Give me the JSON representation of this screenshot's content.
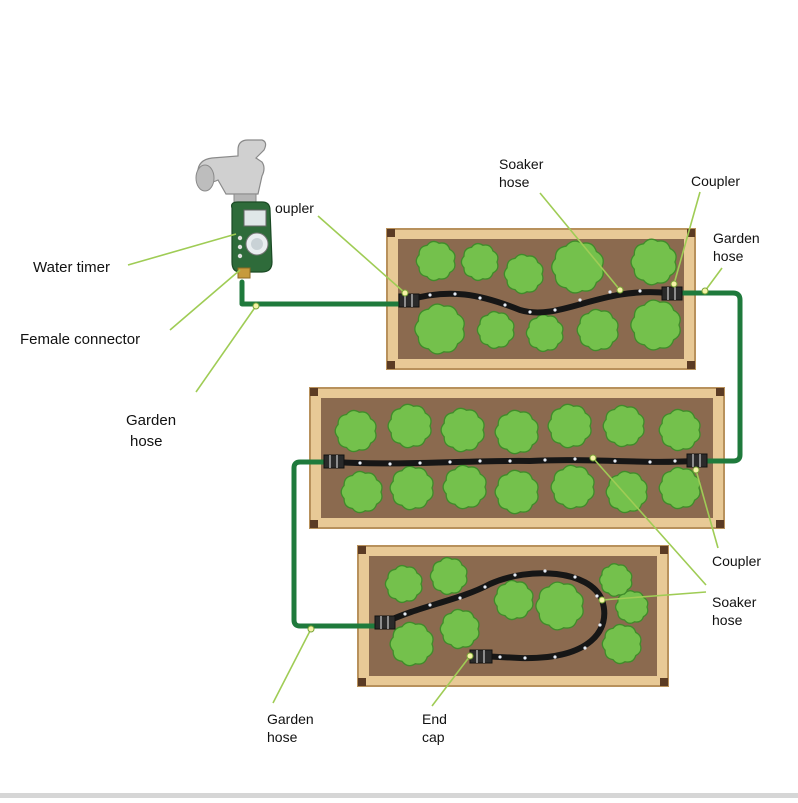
{
  "diagram": {
    "labels": {
      "water_timer": "Water timer",
      "female_connector": "Female connector",
      "garden_hose_left_1": "Garden",
      "garden_hose_left_2": "hose",
      "coupler_top_left": "oupler",
      "soaker_top_1": "Soaker",
      "soaker_top_2": "hose",
      "coupler_top_right": "Coupler",
      "garden_hose_right_1": "Garden",
      "garden_hose_right_2": "hose",
      "coupler_mid_right": "Coupler",
      "soaker_right_1": "Soaker",
      "soaker_right_2": "hose",
      "garden_hose_bottom_1": "Garden",
      "garden_hose_bottom_2": "hose",
      "end_cap_1": "End",
      "end_cap_2": "cap"
    },
    "colors": {
      "garden_hose": "#1f7a3c",
      "soaker_hose": "#161616",
      "bed_frame": "#e8c996",
      "bed_frame_edge": "#b8915c",
      "soil": "#8b6a4f",
      "plant": "#74c14c",
      "plant_edge": "#3f8c2a",
      "leader_line": "#9fcc55",
      "timer_body": "#2e6b3a",
      "faucet": "#c7c7c7"
    },
    "icons": {
      "faucet": "faucet-icon",
      "timer": "water-timer-icon"
    }
  }
}
